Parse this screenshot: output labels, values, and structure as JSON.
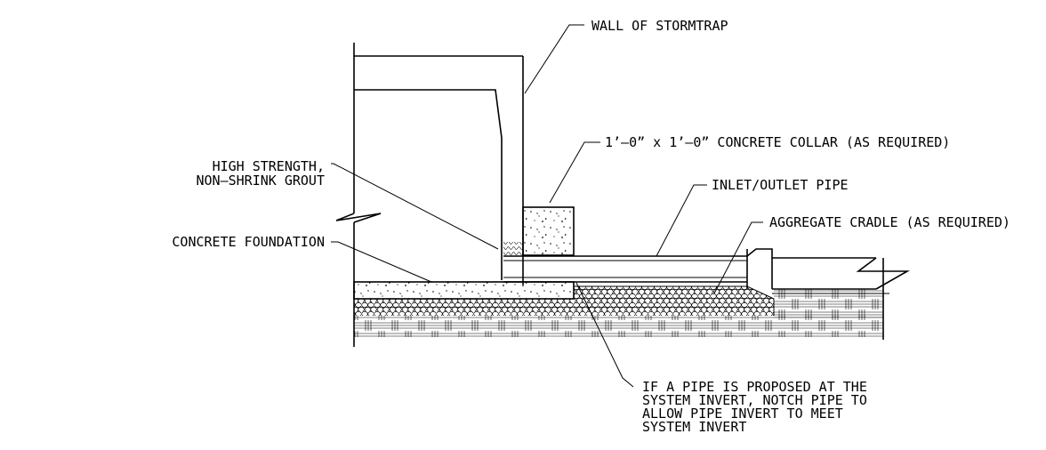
{
  "labels": {
    "wall": "WALL OF STORMTRAP",
    "collar": "1’–0” x 1’–0” CONCRETE COLLAR (AS REQUIRED)",
    "grout_1": "HIGH STRENGTH,",
    "grout_2": "NON–SHRINK GROUT",
    "pipe": "INLET/OUTLET PIPE",
    "cradle": "AGGREGATE CRADLE (AS REQUIRED)",
    "foundation": "CONCRETE FOUNDATION",
    "note_1": "IF A PIPE IS PROPOSED AT THE",
    "note_2": "SYSTEM INVERT, NOTCH PIPE TO",
    "note_3": "ALLOW PIPE INVERT TO MEET",
    "note_4": "SYSTEM INVERT"
  }
}
